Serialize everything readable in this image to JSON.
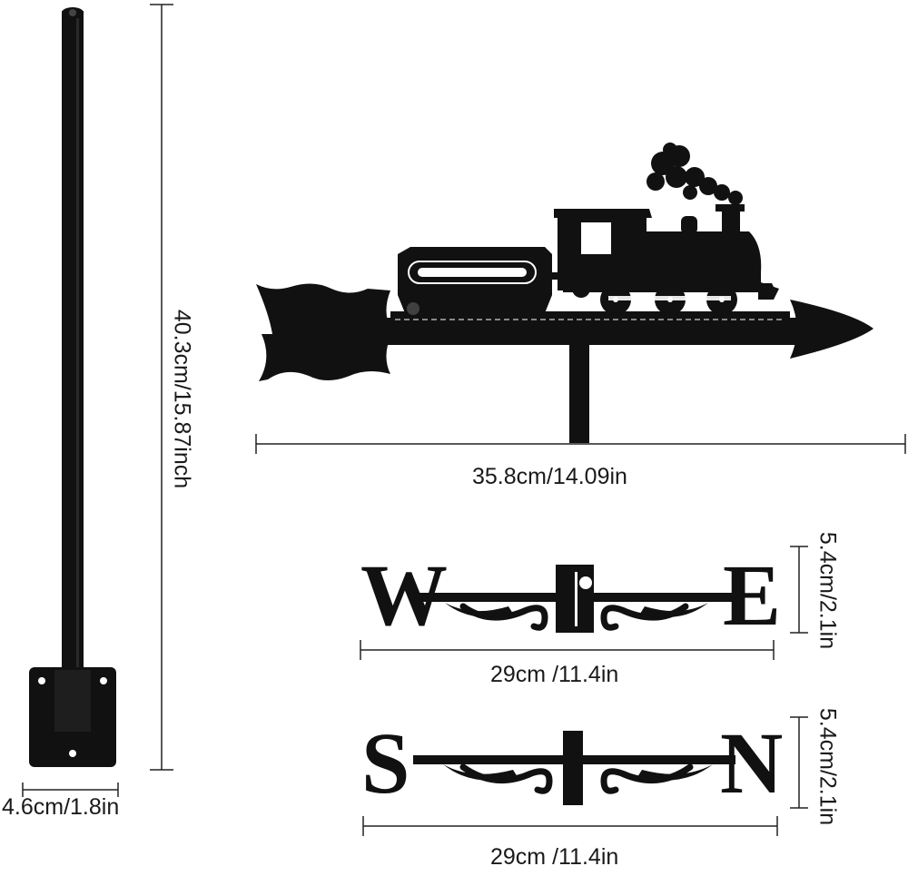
{
  "colors": {
    "metal": "#111111",
    "dimension_line": "#222222",
    "background": "#ffffff"
  },
  "dimensions": {
    "pole_height": "40.3cm/15.87inch",
    "vane_width": "35.8cm/14.09in",
    "base_width": "4.6cm/1.8in",
    "we_width": "29cm /11.4in",
    "we_height": "5.4cm/2.1in",
    "sn_width": "29cm /11.4in",
    "sn_height": "5.4cm/2.1in"
  },
  "compass_letters": {
    "west": "W",
    "east": "E",
    "south": "S",
    "north": "N"
  },
  "icons": [
    "train-icon",
    "arrow-icon",
    "pole-icon",
    "mounting-plate-icon"
  ]
}
